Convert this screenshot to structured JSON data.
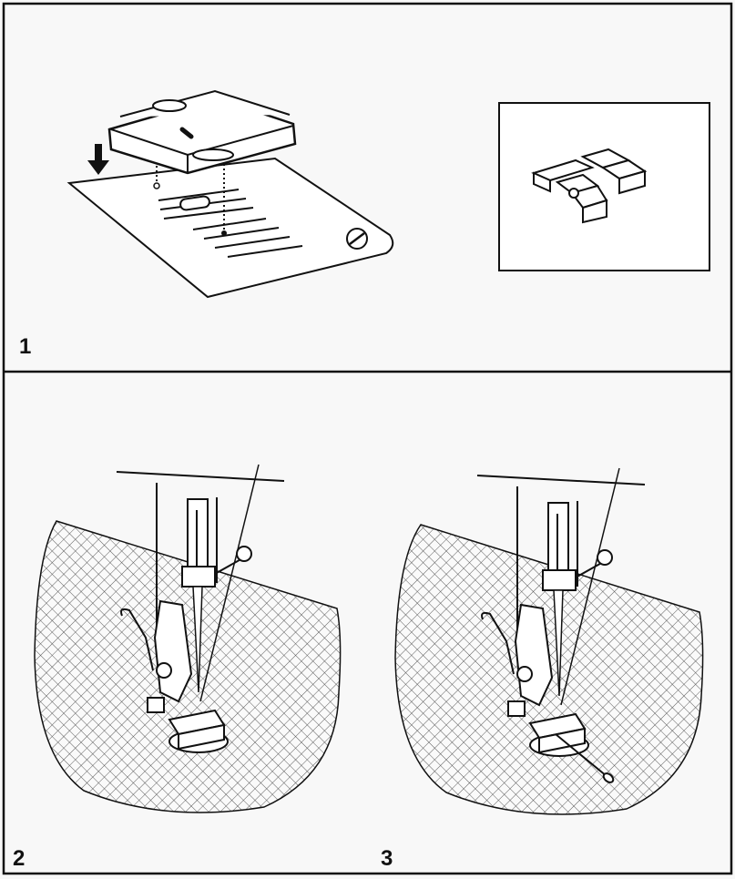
{
  "panels": [
    {
      "label": "1"
    },
    {
      "label": "2"
    },
    {
      "label": "3"
    }
  ],
  "colors": {
    "ink": "#111111",
    "paper": "#f8f8f8"
  },
  "icons": [
    "down-arrow-icon",
    "screw-icon",
    "presser-foot-icon",
    "needle-icon"
  ]
}
